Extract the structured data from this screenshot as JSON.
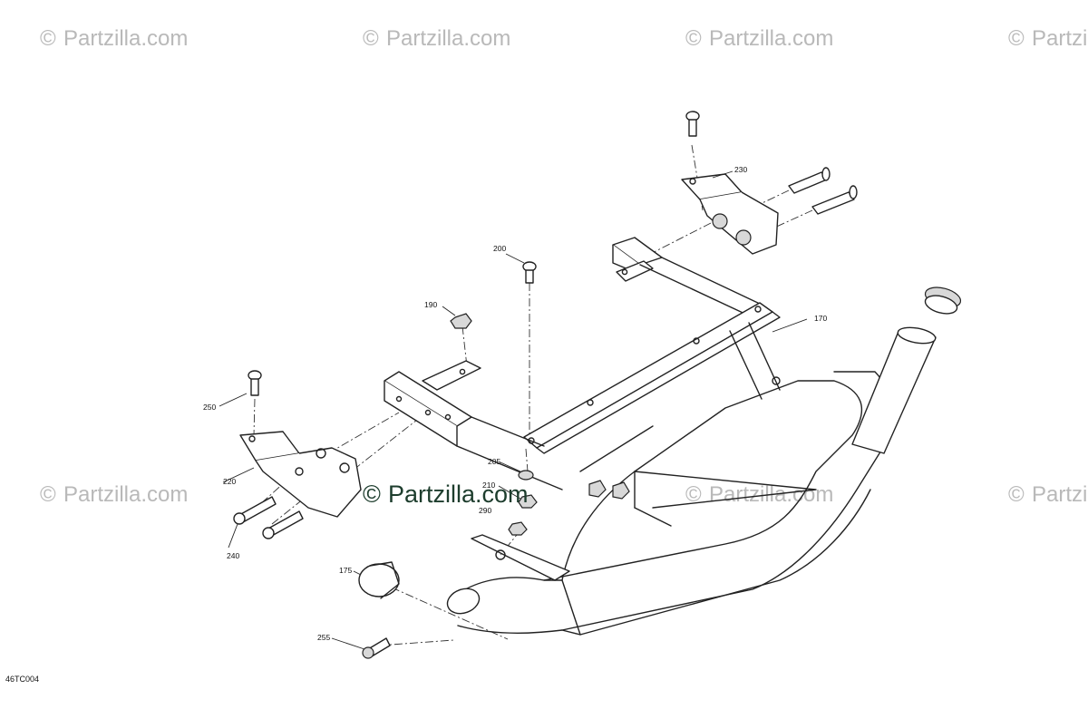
{
  "watermark": {
    "text": "Partzilla.com",
    "symbol": "©"
  },
  "center_watermark": {
    "text": "Partzilla.com",
    "symbol": "©"
  },
  "diagram_code": "46TC004",
  "callouts": {
    "c170": "170",
    "c175": "175",
    "c190": "190",
    "c200": "200",
    "c205": "205",
    "c210": "210",
    "c220": "220",
    "c230": "230",
    "c240": "240",
    "c250": "250",
    "c255": "255",
    "c290": "290"
  },
  "colors": {
    "line": "#222222",
    "watermark": "#b9b9b9",
    "center_watermark": "#1d3d2d",
    "background": "#ffffff"
  }
}
